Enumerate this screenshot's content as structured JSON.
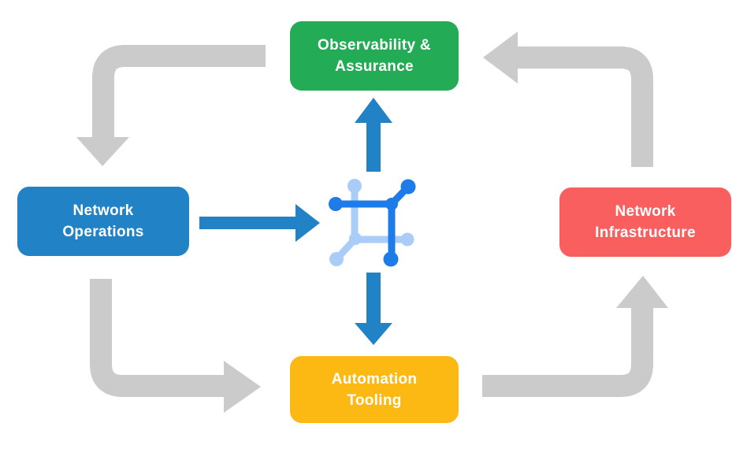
{
  "diagram_title": "Network automation cycle diagram",
  "colors": {
    "background": "#ffffff",
    "arrow_gray": "#cbcbcb",
    "arrow_blue": "#2183c5",
    "node_green": "#23ac55",
    "node_blue": "#2183c5",
    "node_red": "#fa5f5f",
    "node_yellow": "#fcb813",
    "icon_dark_blue": "#1e7ce8",
    "icon_light_blue": "#a9cdf8",
    "text": "#ffffff"
  },
  "nodes": [
    {
      "id": "observability",
      "label_line1": "Observability &",
      "label_line2": "Assurance",
      "color": "#23ac55"
    },
    {
      "id": "operations",
      "label_line1": "Network",
      "label_line2": "Operations",
      "color": "#2183c5"
    },
    {
      "id": "infrastructure",
      "label_line1": "Network",
      "label_line2": "Infrastructure",
      "color": "#fa5f5f"
    },
    {
      "id": "tooling",
      "label_line1": "Automation",
      "label_line2": "Tooling",
      "color": "#fcb813"
    }
  ],
  "center_icon": {
    "name": "network-mesh-icon"
  },
  "flow": [
    "Observability & Assurance -> Network Operations",
    "Network Operations -> Automation Tooling",
    "Automation Tooling -> Network Infrastructure",
    "Network Infrastructure -> Observability & Assurance",
    "Network Operations -> center icon",
    "center icon -> Observability & Assurance",
    "center icon -> Automation Tooling"
  ]
}
